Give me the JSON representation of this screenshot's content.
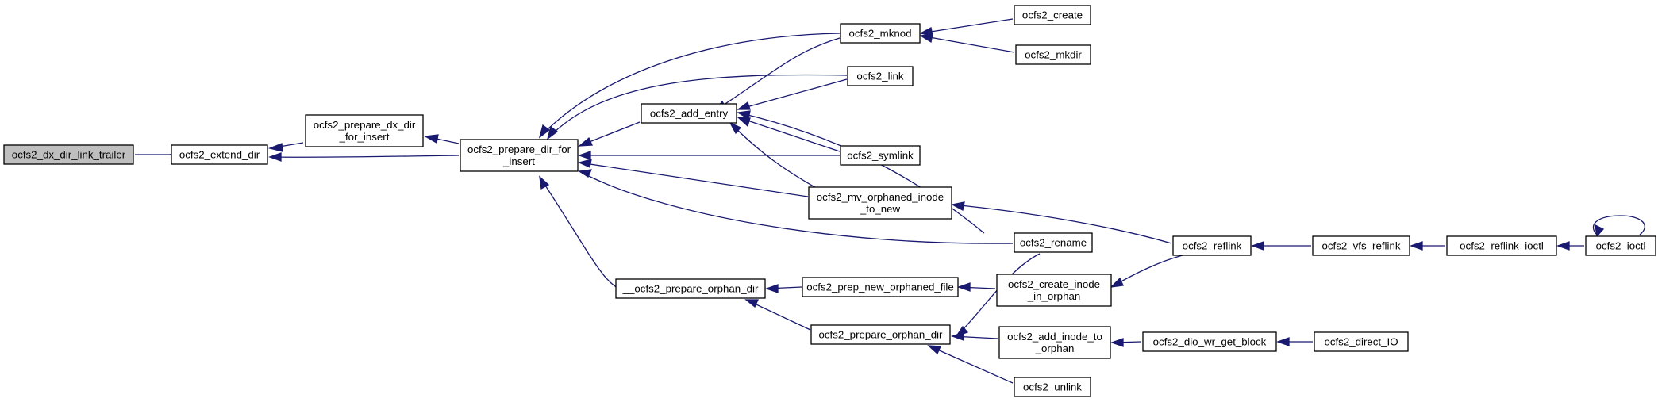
{
  "graph": {
    "nodes": [
      {
        "id": "n0",
        "lines": [
          "ocfs2_dx_dir_link_trailer"
        ]
      },
      {
        "id": "n1",
        "lines": [
          "ocfs2_extend_dir"
        ]
      },
      {
        "id": "n2",
        "lines": [
          "ocfs2_prepare_dx_dir",
          "_for_insert"
        ]
      },
      {
        "id": "n3",
        "lines": [
          "ocfs2_prepare_dir_for",
          "_insert"
        ]
      },
      {
        "id": "n4",
        "lines": [
          "ocfs2_mknod"
        ]
      },
      {
        "id": "n5",
        "lines": [
          "ocfs2_create"
        ]
      },
      {
        "id": "n6",
        "lines": [
          "ocfs2_mkdir"
        ]
      },
      {
        "id": "n7",
        "lines": [
          "ocfs2_link"
        ]
      },
      {
        "id": "n8",
        "lines": [
          "ocfs2_add_entry"
        ]
      },
      {
        "id": "n9",
        "lines": [
          "ocfs2_symlink"
        ]
      },
      {
        "id": "n10",
        "lines": [
          "ocfs2_mv_orphaned_inode",
          "_to_new"
        ]
      },
      {
        "id": "n11",
        "lines": [
          "ocfs2_rename"
        ]
      },
      {
        "id": "n12",
        "lines": [
          "__ocfs2_prepare_orphan_dir"
        ]
      },
      {
        "id": "n13",
        "lines": [
          "ocfs2_prep_new_orphaned_file"
        ]
      },
      {
        "id": "n14",
        "lines": [
          "ocfs2_create_inode",
          "_in_orphan"
        ]
      },
      {
        "id": "n15",
        "lines": [
          "ocfs2_prepare_orphan_dir"
        ]
      },
      {
        "id": "n16",
        "lines": [
          "ocfs2_add_inode_to",
          "_orphan"
        ]
      },
      {
        "id": "n17",
        "lines": [
          "ocfs2_unlink"
        ]
      },
      {
        "id": "n18",
        "lines": [
          "ocfs2_reflink"
        ]
      },
      {
        "id": "n19",
        "lines": [
          "ocfs2_vfs_reflink"
        ]
      },
      {
        "id": "n20",
        "lines": [
          "ocfs2_reflink_ioctl"
        ]
      },
      {
        "id": "n21",
        "lines": [
          "ocfs2_ioctl"
        ]
      },
      {
        "id": "n22",
        "lines": [
          "ocfs2_dio_wr_get_block"
        ]
      },
      {
        "id": "n23",
        "lines": [
          "ocfs2_direct_IO"
        ]
      }
    ],
    "colors": {
      "edge": "#191970",
      "root_fill": "#bfbfbf",
      "node_fill": "#ffffff",
      "node_stroke": "#000000"
    }
  }
}
